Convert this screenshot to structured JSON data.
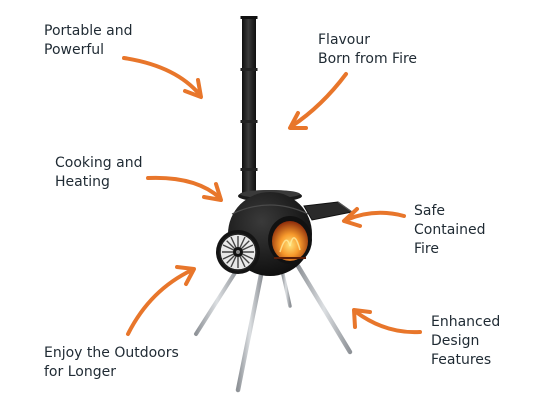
{
  "labels": {
    "portable": {
      "line1": "Portable and",
      "line2": "Powerful"
    },
    "flavour": {
      "line1": "Flavour",
      "line2": "Born from Fire"
    },
    "cooking": {
      "line1": "Cooking and",
      "line2": "Heating"
    },
    "safe": {
      "line1": "Safe",
      "line2": "Contained",
      "line3": "Fire"
    },
    "enjoy": {
      "line1": "Enjoy the Outdoors",
      "line2": "for Longer"
    },
    "enhanced": {
      "line1": "Enhanced",
      "line2": "Design",
      "line3": "Features"
    }
  },
  "colors": {
    "arrow": "#e8762b",
    "text": "#1f2a33",
    "stove_body": "#1a1a1a",
    "legs": "#b9bcc0",
    "fire": "#f08a24"
  },
  "icons": {
    "arrow": "orange-brush-arrow-icon",
    "product": "portable-wood-stove"
  }
}
